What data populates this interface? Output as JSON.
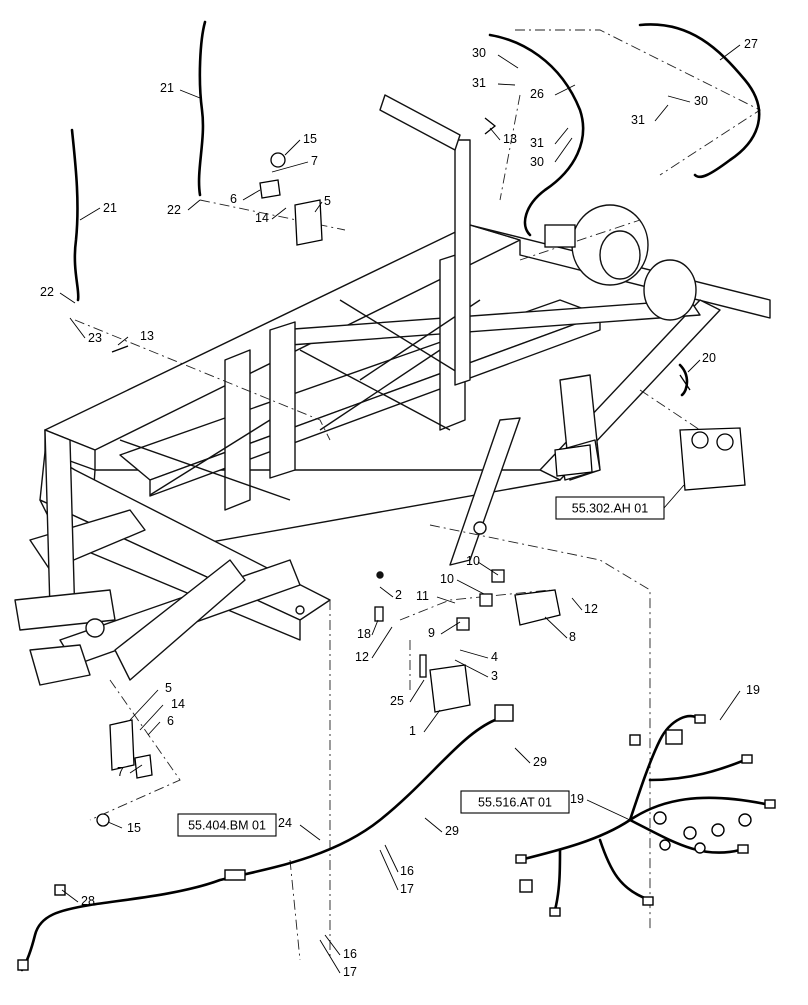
{
  "diagram": {
    "callouts": [
      {
        "id": "c21a",
        "label": "21"
      },
      {
        "id": "c21b",
        "label": "21"
      },
      {
        "id": "c22a",
        "label": "22"
      },
      {
        "id": "c22b",
        "label": "22"
      },
      {
        "id": "c23",
        "label": "23"
      },
      {
        "id": "c13a",
        "label": "13"
      },
      {
        "id": "c13b",
        "label": "13"
      },
      {
        "id": "c15a",
        "label": "15"
      },
      {
        "id": "c15b",
        "label": "15"
      },
      {
        "id": "c7a",
        "label": "7"
      },
      {
        "id": "c7b",
        "label": "7"
      },
      {
        "id": "c6a",
        "label": "6"
      },
      {
        "id": "c6b",
        "label": "6"
      },
      {
        "id": "c14a",
        "label": "14"
      },
      {
        "id": "c14b",
        "label": "14"
      },
      {
        "id": "c5a",
        "label": "5"
      },
      {
        "id": "c5b",
        "label": "5"
      },
      {
        "id": "c30a",
        "label": "30"
      },
      {
        "id": "c30b",
        "label": "30"
      },
      {
        "id": "c30c",
        "label": "30"
      },
      {
        "id": "c31a",
        "label": "31"
      },
      {
        "id": "c31b",
        "label": "31"
      },
      {
        "id": "c31c",
        "label": "31"
      },
      {
        "id": "c26",
        "label": "26"
      },
      {
        "id": "c27",
        "label": "27"
      },
      {
        "id": "c20",
        "label": "20"
      },
      {
        "id": "c2",
        "label": "2"
      },
      {
        "id": "c18",
        "label": "18"
      },
      {
        "id": "c12a",
        "label": "12"
      },
      {
        "id": "c12b",
        "label": "12"
      },
      {
        "id": "c10a",
        "label": "10"
      },
      {
        "id": "c10b",
        "label": "10"
      },
      {
        "id": "c11",
        "label": "11"
      },
      {
        "id": "c9",
        "label": "9"
      },
      {
        "id": "c8",
        "label": "8"
      },
      {
        "id": "c4",
        "label": "4"
      },
      {
        "id": "c3",
        "label": "3"
      },
      {
        "id": "c25",
        "label": "25"
      },
      {
        "id": "c1",
        "label": "1"
      },
      {
        "id": "c19a",
        "label": "19"
      },
      {
        "id": "c19b",
        "label": "19"
      },
      {
        "id": "c29a",
        "label": "29"
      },
      {
        "id": "c29b",
        "label": "29"
      },
      {
        "id": "c24",
        "label": "24"
      },
      {
        "id": "c16a",
        "label": "16"
      },
      {
        "id": "c16b",
        "label": "16"
      },
      {
        "id": "c17a",
        "label": "17"
      },
      {
        "id": "c17b",
        "label": "17"
      },
      {
        "id": "c28",
        "label": "28"
      }
    ],
    "references": [
      {
        "id": "r1",
        "label": "55.302.AH 01"
      },
      {
        "id": "r2",
        "label": "55.404.BM 01"
      },
      {
        "id": "r3",
        "label": "55.516.AT 01"
      }
    ],
    "colors": {
      "ink": "#000000",
      "frame": "#1a1a1a",
      "paper": "#ffffff"
    }
  }
}
